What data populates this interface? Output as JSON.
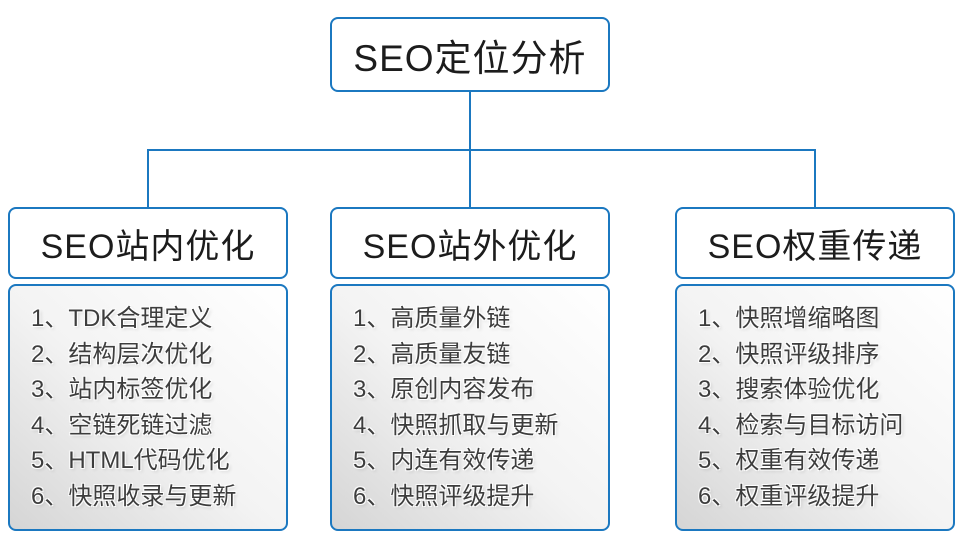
{
  "root": {
    "title": "SEO定位分析"
  },
  "columns": [
    {
      "title": "SEO站内优化",
      "items": [
        "1、TDK合理定义",
        "2、结构层次优化",
        "3、站内标签优化",
        "4、空链死链过滤",
        "5、HTML代码优化",
        "6、快照收录与更新"
      ]
    },
    {
      "title": "SEO站外优化",
      "items": [
        "1、高质量外链",
        "2、高质量友链",
        "3、原创内容发布",
        "4、快照抓取与更新",
        "5、内连有效传递",
        "6、快照评级提升"
      ]
    },
    {
      "title": "SEO权重传递",
      "items": [
        "1、快照增缩略图",
        "2、快照评级排序",
        "3、搜索体验优化",
        "4、检索与目标访问",
        "5、权重有效传递",
        "6、权重评级提升"
      ]
    }
  ],
  "colors": {
    "accent": "#1b78c0",
    "heading_text": "#1c1c1c",
    "panel_text": "#3d3d3d",
    "panel_top": "#ffffff",
    "panel_bottom": "#d5d5d5"
  }
}
